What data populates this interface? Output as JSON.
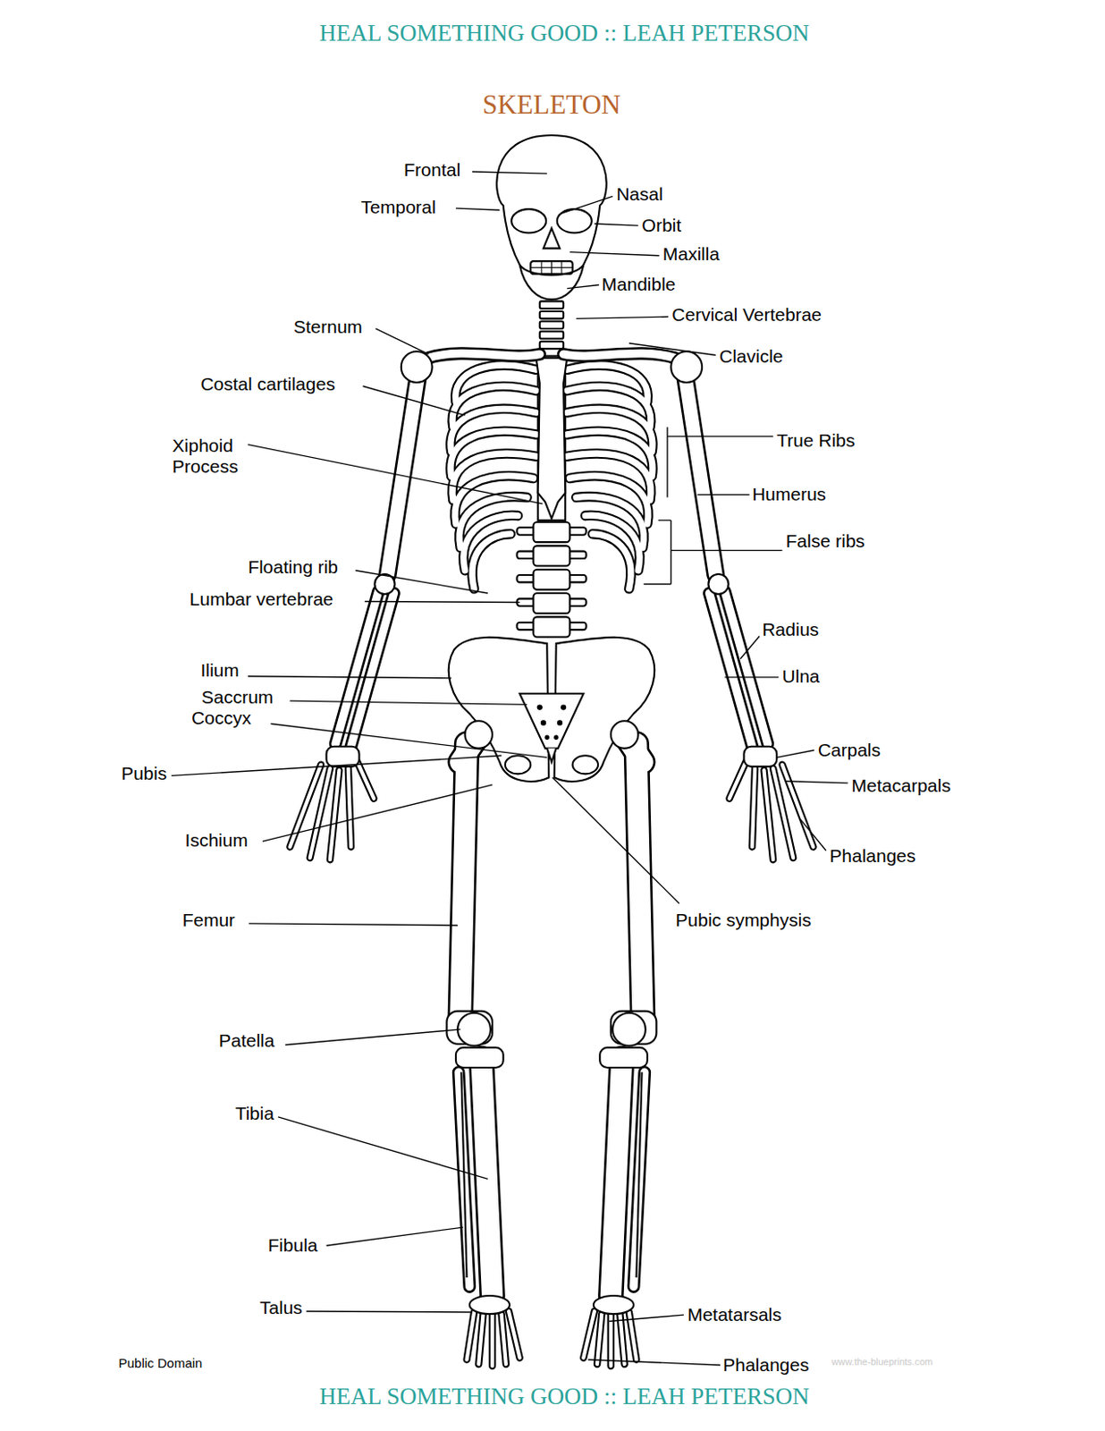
{
  "diagram": {
    "title": "SKELETON",
    "labels": [
      "HEAL SOMETHING GOOD :: LEAH PETERSON",
      "Frontal",
      "Temporal",
      "Nasal",
      "Orbit",
      "Maxilla",
      "Mandible",
      "Sternum",
      "Cervical Vertebrae",
      "Clavicle",
      "Costal cartilages",
      "True Ribs",
      "Xiphoid Process",
      "Humerus",
      "False ribs",
      "Floating rib",
      "Lumbar vertebrae",
      "Radius",
      "Ilium",
      "Ulna",
      "Saccrum",
      "Coccyx",
      "Carpals",
      "Pubis",
      "Metacarpals",
      "Ischium",
      "Phalanges",
      "Femur",
      "Pubic symphysis",
      "Patella",
      "Tibia",
      "Fibula",
      "Talus",
      "Metatarsals",
      "Public Domain",
      "Phalanges",
      "www.the-blueprints.com",
      "HEAL SOMETHING GOOD :: LEAH PETERSON"
    ]
  }
}
